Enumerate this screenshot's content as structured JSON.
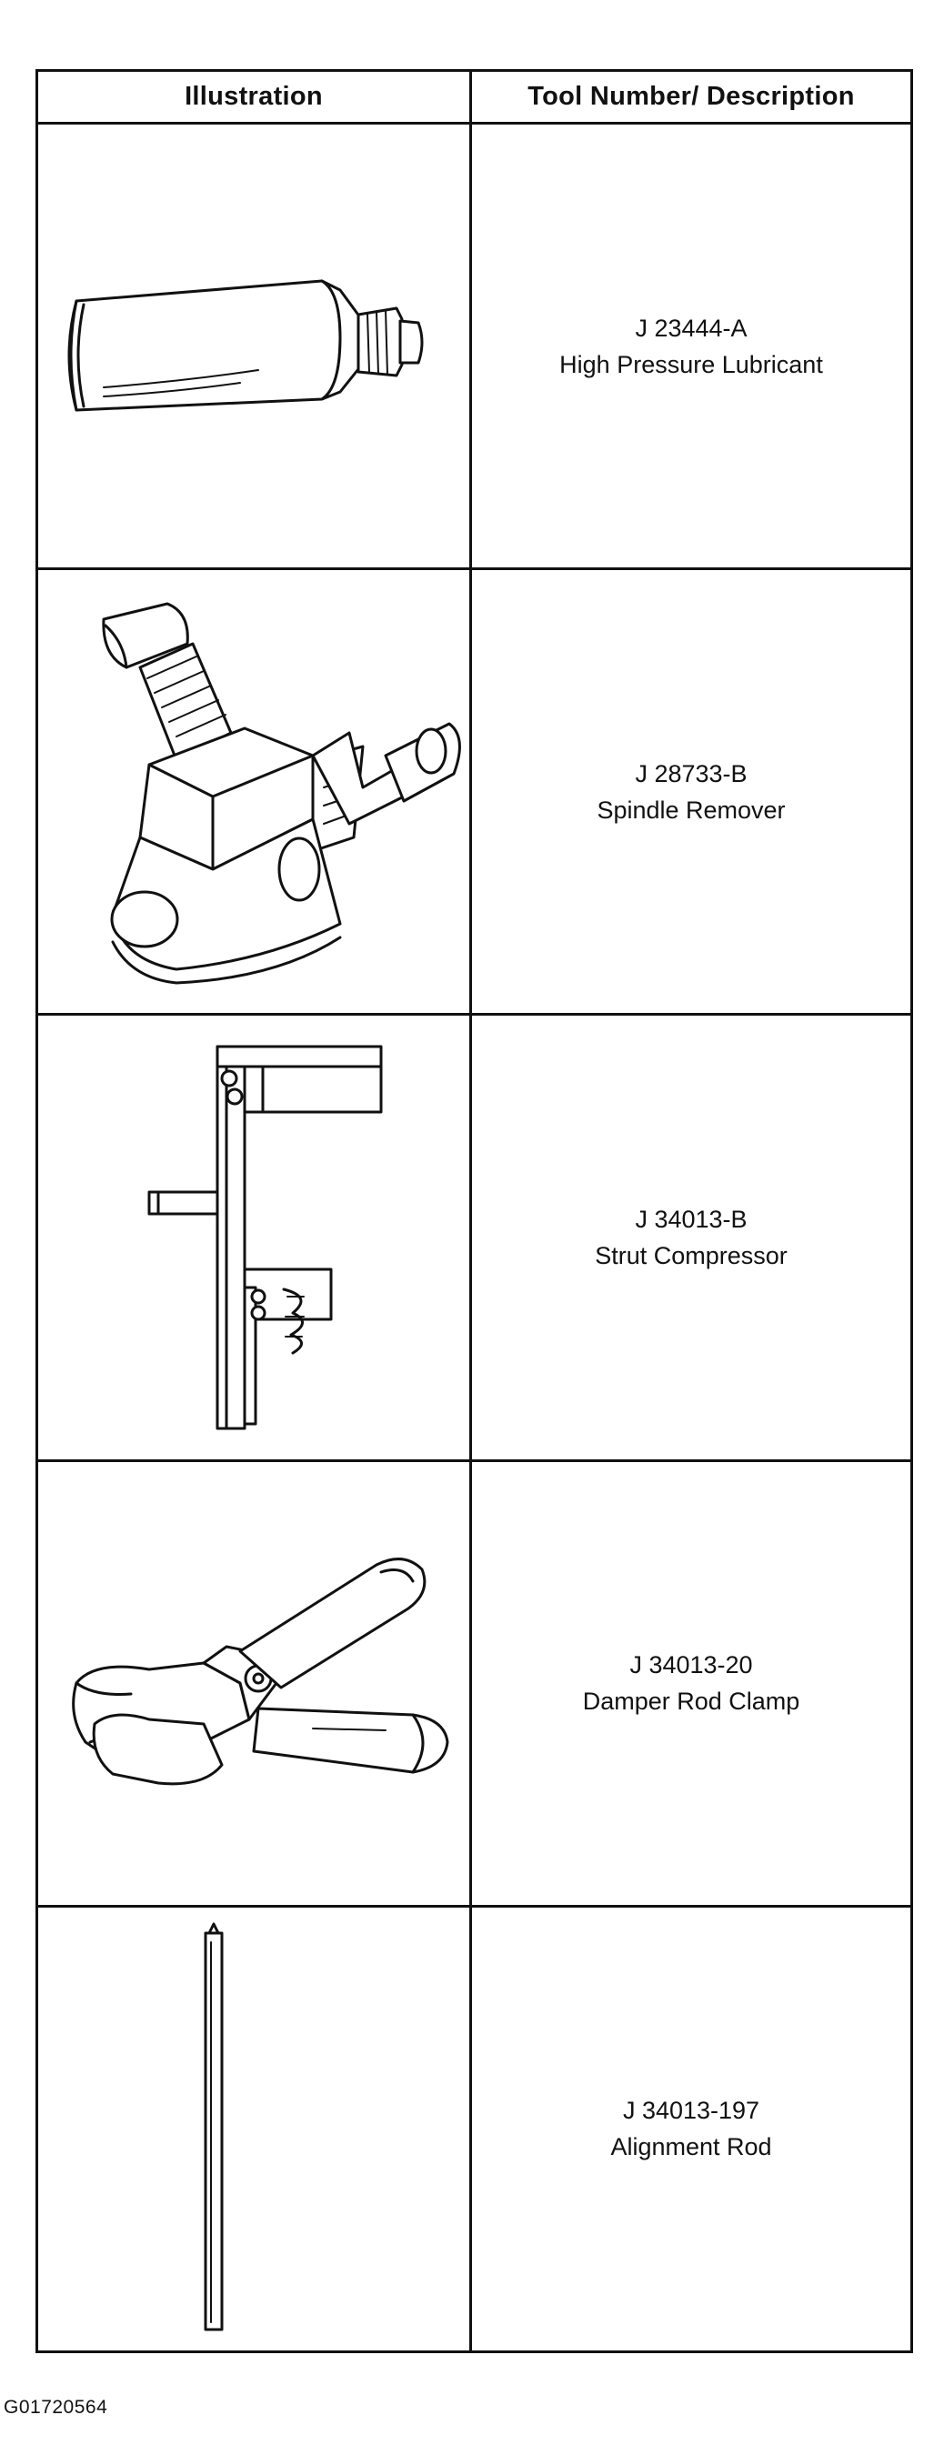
{
  "table": {
    "headers": {
      "illustration": "Illustration",
      "description": "Tool Number/ Description"
    },
    "rows": [
      {
        "tool_number": "J 23444-A",
        "description": "High Pressure Lubricant",
        "icon": "lubricant-tube-icon"
      },
      {
        "tool_number": "J 28733-B",
        "description": "Spindle Remover",
        "icon": "spindle-remover-icon"
      },
      {
        "tool_number": "J 34013-B",
        "description": "Strut Compressor",
        "icon": "strut-compressor-icon"
      },
      {
        "tool_number": "J 34013-20",
        "description": "Damper Rod Clamp",
        "icon": "damper-rod-clamp-icon"
      },
      {
        "tool_number": "J 34013-197",
        "description": "Alignment Rod",
        "icon": "alignment-rod-icon"
      }
    ]
  },
  "figure_id": "G01720564"
}
